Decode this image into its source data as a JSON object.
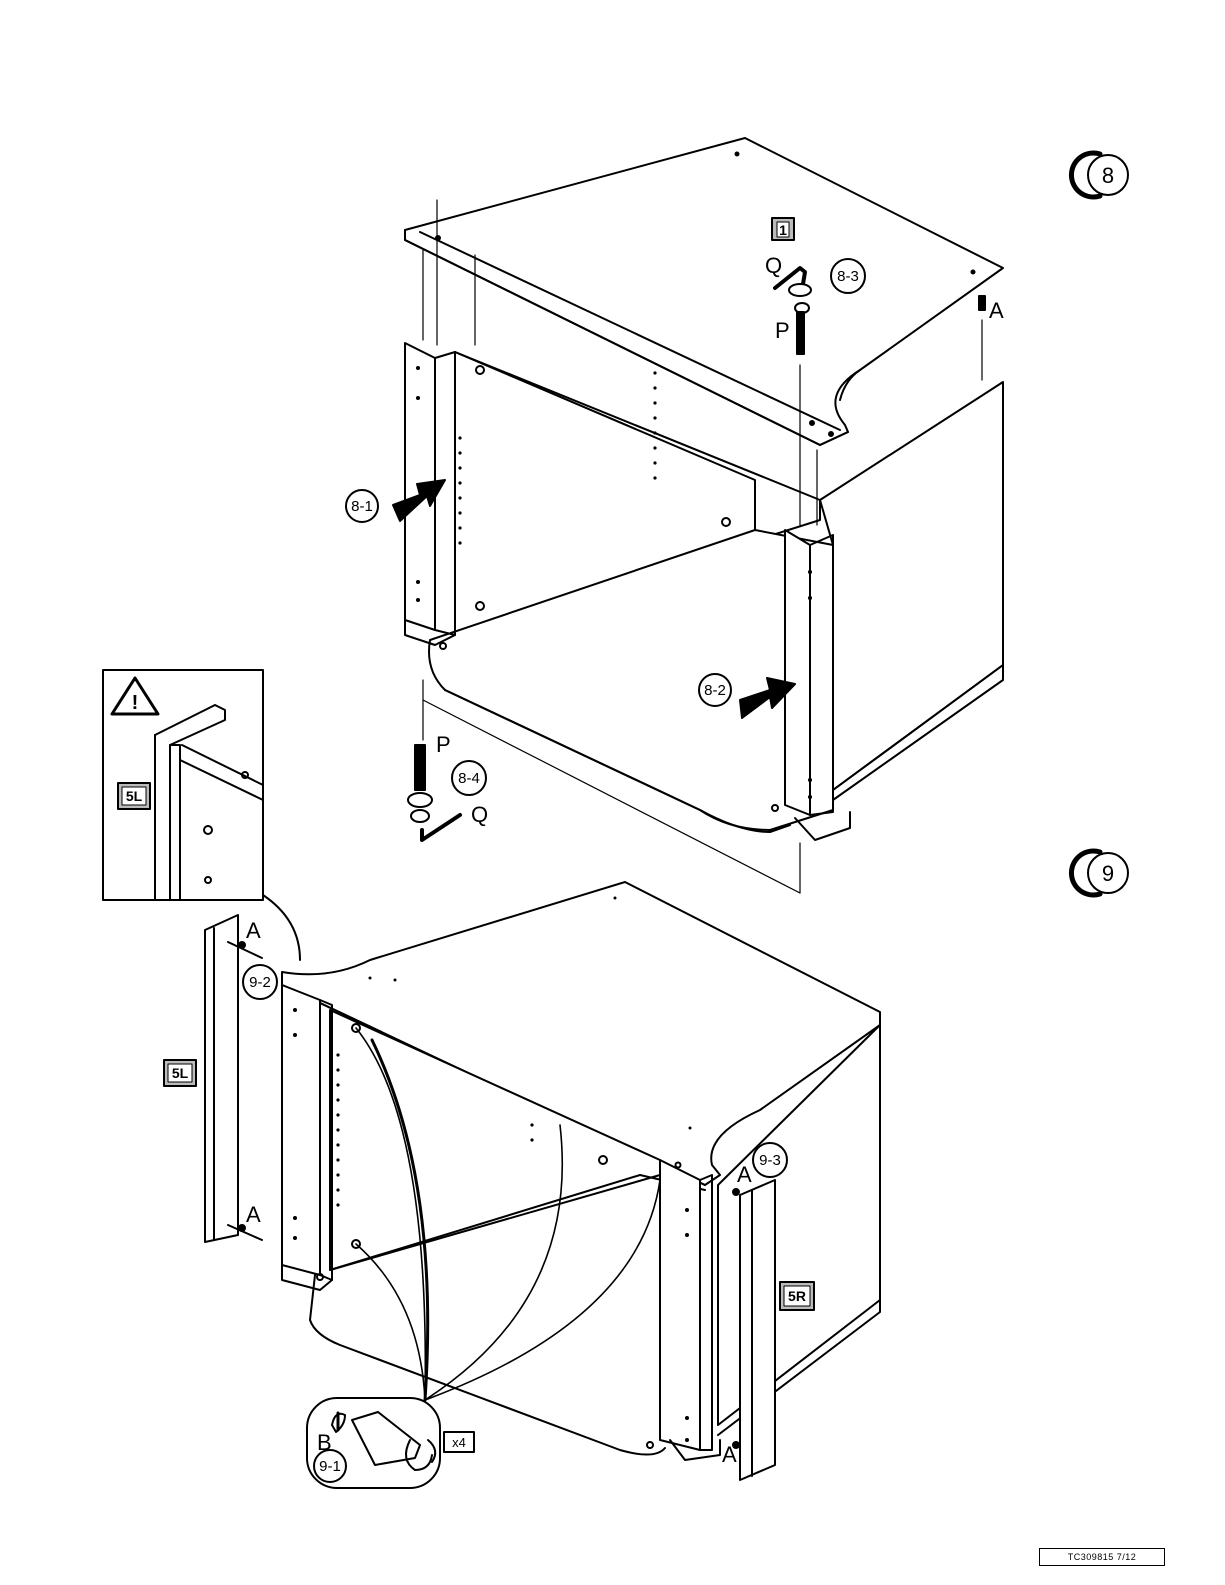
{
  "steps": [
    {
      "number": "8",
      "sub_steps": [
        "8-1",
        "8-2",
        "8-3",
        "8-4"
      ]
    },
    {
      "number": "9",
      "sub_steps": [
        "9-1",
        "9-2",
        "9-3"
      ]
    }
  ],
  "part_labels": {
    "top_panel": "1",
    "side_left": "5L",
    "side_right": "5R"
  },
  "hardware_labels": {
    "bolt": "P",
    "key": "Q",
    "dowel": "A",
    "cam": "B"
  },
  "quantity": "x4",
  "warning_icon": "warning-triangle-icon",
  "footer_code": "TC309815  7/12"
}
